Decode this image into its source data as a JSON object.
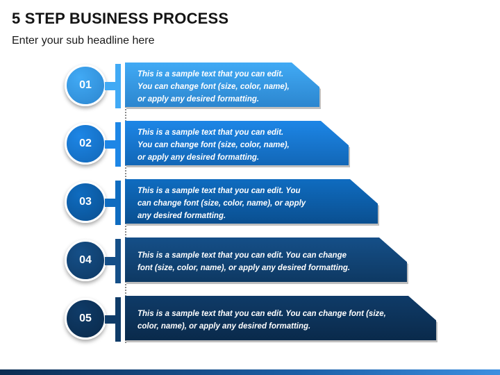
{
  "header": {
    "title": "5 STEP BUSINESS PROCESS",
    "subtitle": "Enter your sub headline here"
  },
  "steps": [
    {
      "number": "01",
      "lines": [
        "This is a sample text that you can edit.",
        "You can change font (size, color, name),",
        "or apply any desired formatting."
      ],
      "color": "#41aaf5",
      "color_dark": "#2c86cf"
    },
    {
      "number": "02",
      "lines": [
        "This is a sample text that you can edit.",
        "You can change font (size, color, name),",
        "or apply any desired formatting."
      ],
      "color": "#1d86e6",
      "color_dark": "#1267b7"
    },
    {
      "number": "03",
      "lines": [
        "This is a sample text that you can edit. You",
        "can change font (size, color, name), or apply",
        "any desired formatting."
      ],
      "color": "#0f6cc0",
      "color_dark": "#0a4f90"
    },
    {
      "number": "04",
      "lines": [
        "This is a sample text that you can edit. You can change",
        "font (size, color, name), or apply any desired formatting."
      ],
      "color": "#154f88",
      "color_dark": "#0e3963"
    },
    {
      "number": "05",
      "lines": [
        "This is a sample text that you can edit. You can change font (size,",
        "color, name), or apply any desired formatting."
      ],
      "color": "#0f3b68",
      "color_dark": "#0a2a4b"
    }
  ]
}
